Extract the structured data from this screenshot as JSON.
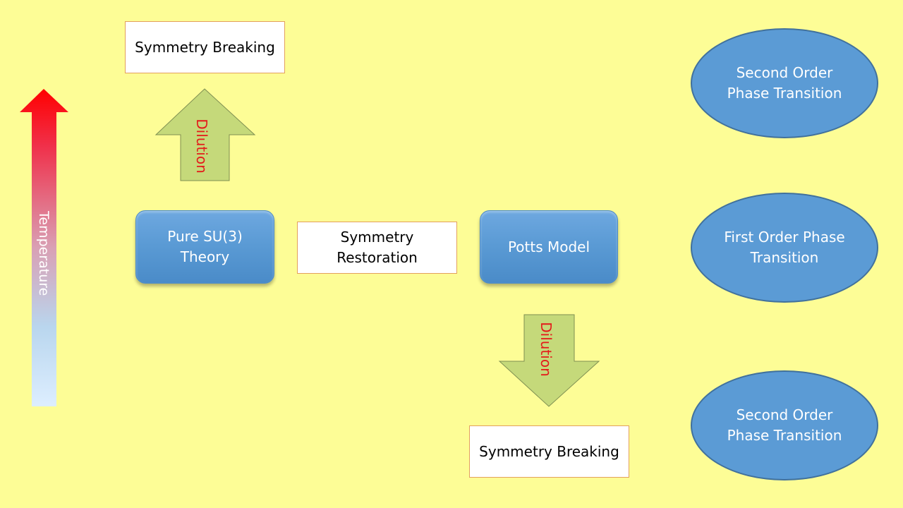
{
  "temperature_axis": {
    "label": "Temperature",
    "color_top": "#ff0000",
    "color_bottom": "#ddeeff"
  },
  "top_box": {
    "label": "Symmetry Breaking"
  },
  "up_arrow": {
    "label": "Dilution"
  },
  "pure_su3": {
    "line1": "Pure SU(3)",
    "line2": "Theory"
  },
  "restoration_box": {
    "line1": "Symmetry",
    "line2": "Restoration"
  },
  "potts": {
    "label": "Potts Model"
  },
  "down_arrow": {
    "label": "Dilution"
  },
  "bottom_box": {
    "label": "Symmetry Breaking"
  },
  "ellipses": [
    {
      "line1": "Second Order",
      "line2": "Phase Transition"
    },
    {
      "line1": "First Order Phase",
      "line2": "Transition"
    },
    {
      "line1": "Second Order",
      "line2": "Phase Transition"
    }
  ],
  "colors": {
    "background": "#fdfd96",
    "box_blue": "#5b9bd5",
    "arrow_green": "#c5d97a",
    "label_red": "#e41b1b"
  }
}
